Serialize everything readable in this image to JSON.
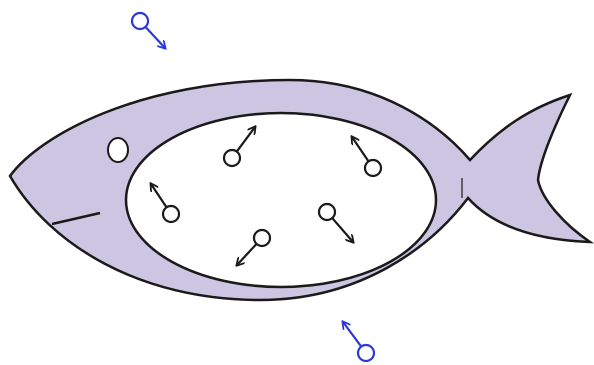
{
  "colors": {
    "fish_fill": "#cdc6e2",
    "outline": "#1a1a1a",
    "inner_fill": "#ffffff",
    "outside_molecule": "#2b39d8",
    "inside_molecule": "#1a1a1a"
  },
  "icons": {
    "molecule": "circle-with-arrow-icon",
    "eye": "eye-icon"
  },
  "molecules": {
    "outside": {
      "count": 2,
      "motion": [
        "inward",
        "inward"
      ]
    },
    "inside": {
      "count": 5
    }
  }
}
